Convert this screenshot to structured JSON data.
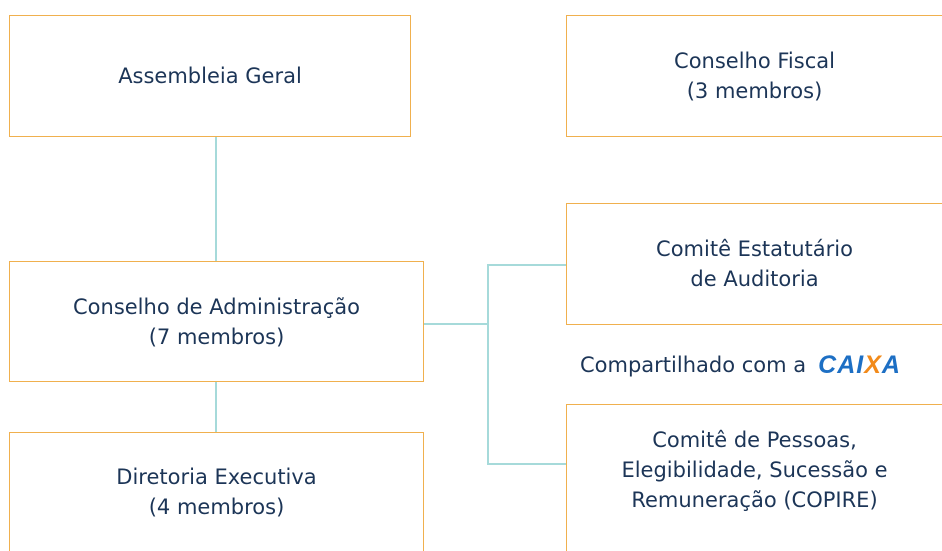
{
  "boxes": {
    "assembleia": {
      "title": "Assembleia Geral"
    },
    "conselho_fiscal": {
      "title": "Conselho Fiscal",
      "subtitle": "(3 membros)"
    },
    "conselho_admin": {
      "title": "Conselho de Administração",
      "subtitle": "(7 membros)"
    },
    "diretoria": {
      "title": "Diretoria Executiva",
      "subtitle": "(4 membros)"
    },
    "comite_auditoria": {
      "line1": "Comitê Estatutário",
      "line2": "de Auditoria"
    },
    "comite_pessoas": {
      "line1": "Comitê de Pessoas,",
      "line2": "Elegibilidade, Sucessão e",
      "line3": "Remuneração (COPIRE)"
    }
  },
  "shared_note": {
    "text": "Compartilhado com a",
    "logo_part1": "CAI",
    "logo_part2": "X",
    "logo_part3": "A"
  },
  "colors": {
    "box_border": "#f0b04e",
    "connector": "#a6dada",
    "text": "#1c3557",
    "logo_blue": "#1d6fc4",
    "logo_orange": "#f28a1a"
  }
}
